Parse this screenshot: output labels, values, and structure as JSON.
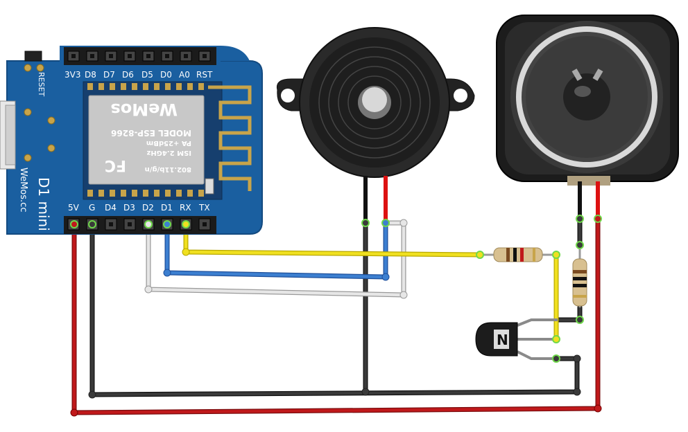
{
  "board": {
    "top_pins": [
      "3V3",
      "D8",
      "D7",
      "D6",
      "D5",
      "D0",
      "A0",
      "RST"
    ],
    "bottom_pins": [
      "5V",
      "G",
      "D4",
      "D3",
      "D2",
      "D1",
      "RX",
      "TX"
    ],
    "reset_label": "RESET",
    "model_name": "D1 mini",
    "site": "WeMos.cc",
    "chip": {
      "protocol": "802.11b/g/n",
      "fcc": "FC",
      "band": "ISM 2.4GHz",
      "power": "PA +25dBm",
      "model": "MODEL ESP-8266",
      "brand": "WeMos"
    }
  },
  "colors": {
    "board": "#1a5fa0",
    "wire_red": "#c0191b",
    "wire_black": "#2b2b2b",
    "wire_yellow": "#f0e020",
    "wire_blue": "#3c7fd0",
    "wire_white": "#d8d8d8",
    "pin_highlight": "#6fd84a"
  },
  "components": [
    "piezo-buzzer",
    "speaker",
    "resistor",
    "resistor",
    "npn-transistor"
  ]
}
